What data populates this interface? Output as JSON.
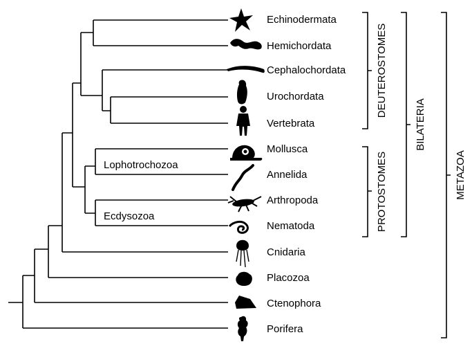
{
  "taxa": [
    {
      "label": "Echinodermata",
      "icon": "starfish-icon"
    },
    {
      "label": "Hemichordata",
      "icon": "acorn-worm-icon"
    },
    {
      "label": "Cephalochordata",
      "icon": "lancelet-icon"
    },
    {
      "label": "Urochordata",
      "icon": "sea-squirt-icon"
    },
    {
      "label": "Vertebrata",
      "icon": "human-icon"
    },
    {
      "label": "Mollusca",
      "icon": "snail-icon"
    },
    {
      "label": "Annelida",
      "icon": "worm-icon"
    },
    {
      "label": "Arthropoda",
      "icon": "insect-icon"
    },
    {
      "label": "Nematoda",
      "icon": "spiral-worm-icon"
    },
    {
      "label": "Cnidaria",
      "icon": "jellyfish-icon"
    },
    {
      "label": "Placozoa",
      "icon": "placozoan-icon"
    },
    {
      "label": "Ctenophora",
      "icon": "comb-jelly-icon"
    },
    {
      "label": "Porifera",
      "icon": "sponge-icon"
    }
  ],
  "clades": {
    "lophotrochozoa": "Lophotrochozoa",
    "ecdysozoa": "Ecdysozoa"
  },
  "groups": {
    "deuterostomes": "DEUTEROSTOMES",
    "protostomes": "PROTOSTOMES",
    "bilateria": "BILATERIA",
    "metazoa": "METAZOA"
  }
}
